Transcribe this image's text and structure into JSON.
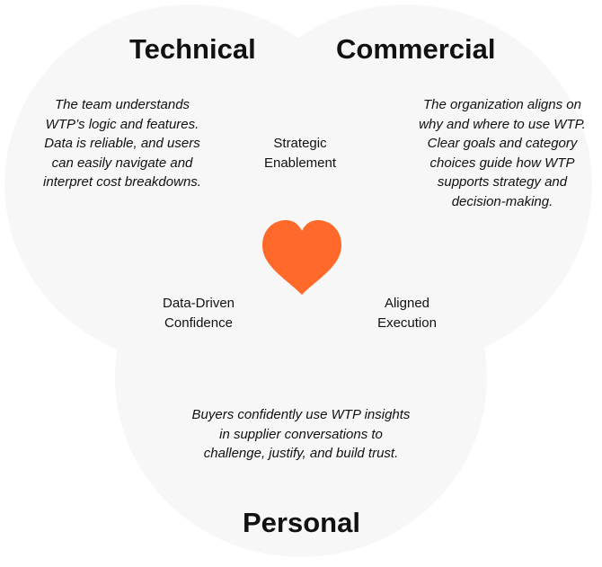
{
  "circles": {
    "technical": {
      "title": "Technical",
      "description": "The team understands WTP’s logic and features. Data is reliable, and users can easily navigate and interpret cost breakdowns."
    },
    "commercial": {
      "title": "Commercial",
      "description": "The organization aligns on why and where to use WTP. Clear goals and category choices guide how WTP supports strategy and decision-making."
    },
    "personal": {
      "title": "Personal",
      "description": "Buyers confidently use WTP insights in supplier conversations to challenge, justify, and build trust."
    }
  },
  "overlaps": {
    "technical_commercial": [
      "Strategic",
      "Enablement"
    ],
    "technical_personal": [
      "Data-Driven",
      "Confidence"
    ],
    "commercial_personal": [
      "Aligned",
      "Execution"
    ]
  },
  "center": {
    "icon": "heart-icon"
  },
  "colors": {
    "circle_fill": "#f7f7f7",
    "heart": "#ff6a2b",
    "text": "#111111"
  }
}
